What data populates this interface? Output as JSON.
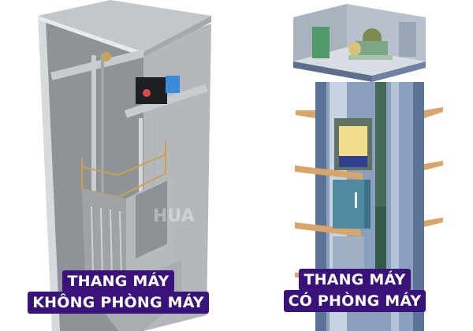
{
  "left": {
    "label_line1": "THANG MÁY",
    "label_line2": "KHÔNG PHÒNG MÁY",
    "illustration": "machine-room-less-elevator-cutaway"
  },
  "right": {
    "label_line1": "THANG MÁY",
    "label_line2": "CÓ PHÒNG MÁY",
    "illustration": "machine-room-elevator-cutaway"
  },
  "watermark": "HUA",
  "colors": {
    "label_bg": "#3a137a",
    "label_text": "#ffffff",
    "shaft_gray": "#9ea3a8",
    "shaft_blue": "#6f88a8",
    "floor_wood": "#d9a56a"
  }
}
